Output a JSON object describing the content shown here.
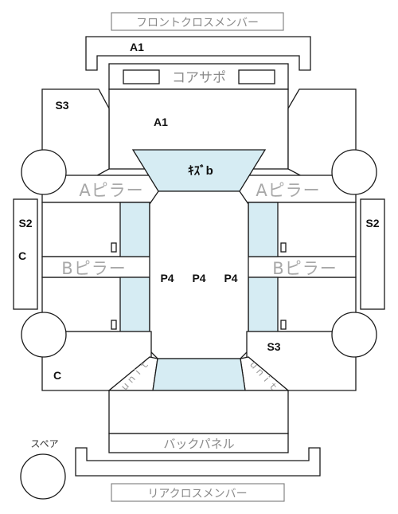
{
  "labels": {
    "front_cross_member": "フロントクロスメンバー",
    "a1_top": "A1",
    "core_support": "コアサポ",
    "s3_left": "S3",
    "a1_center": "A1",
    "kizu_b": "ｷｽﾞb",
    "a_pillar_left": "Aピラー",
    "a_pillar_right": "Aピラー",
    "s2_left": "S2",
    "c_left": "C",
    "s2_right": "S2",
    "b_pillar_left": "Bピラー",
    "b_pillar_right": "Bピラー",
    "p4_left": "P4",
    "p4_center": "P4",
    "p4_right": "P4",
    "s3_right": "S3",
    "c_bottom": "C",
    "unit_left": "ｕｎｉｔ",
    "unit_right": "ｕｎｉｔ",
    "back_panel": "バックパネル",
    "spare": "スペア",
    "rear_cross_member": "リアクロスメンバー"
  },
  "colors": {
    "damage_fill": "#d6ecf3",
    "outline": "#1a1a1a",
    "grey_text": "#8a8a8a"
  }
}
